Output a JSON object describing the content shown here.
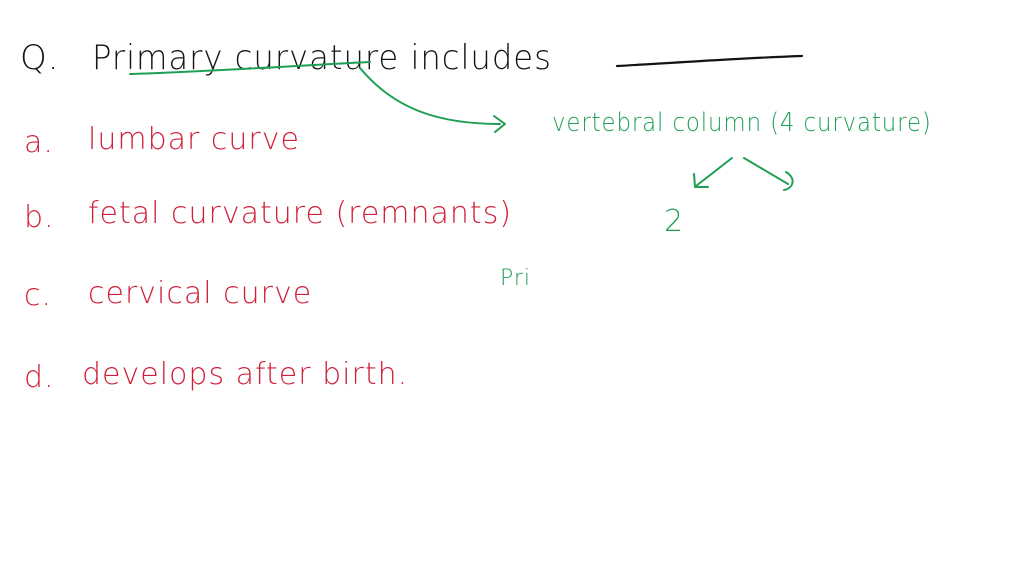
{
  "colors": {
    "question_ink": "#141414",
    "option_ink": "#d0203a",
    "note_ink": "#1f9e55",
    "background": "#ffffff"
  },
  "question": {
    "prefix": "Q.",
    "text": "Primary curvature includes"
  },
  "options": [
    {
      "letter": "a.",
      "text": "lumbar curve"
    },
    {
      "letter": "b.",
      "text": "fetal curvature (remnants)"
    },
    {
      "letter": "c.",
      "text": "cervical curve"
    },
    {
      "letter": "d.",
      "text": "develops after birth."
    }
  ],
  "notes": {
    "main": "vertebral column (4 curvature)",
    "count": "2",
    "fragment": "Pri"
  }
}
